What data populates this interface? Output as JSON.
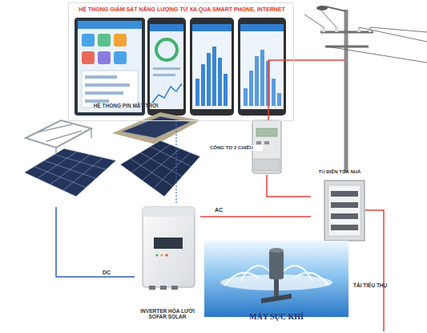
{
  "diagram": {
    "nodes": [
      {
        "text": [
          "HỆ THỐNG GIÁM SÁT NĂNG LƯỢNG TỪ XA QUA SMART PHONE, INTERNET"
        ]
      },
      {
        "text": [
          "HỆ THỐNG PIN MẶT TRỜI"
        ]
      },
      {
        "text": [
          "CÔNG TƠ 2 CHIỀU"
        ]
      },
      {
        "text": [
          "TỦ ĐIỆN TÒA NHÀ"
        ]
      },
      {
        "text": [
          "INVERTER HÒA LƯỚI SOFAR SOLAR"
        ]
      },
      {
        "text": [
          "MÁY SỤC KHÍ"
        ]
      }
    ],
    "edges": [
      {
        "from": 0,
        "to": 4,
        "arrow": "none"
      },
      {
        "from": 1,
        "to": 4,
        "label": "DC",
        "arrow": "none"
      },
      {
        "from": 2,
        "to": 3,
        "arrow": "none"
      },
      {
        "from": 4,
        "to": 3,
        "label": "AC",
        "arrow": "none"
      }
    ],
    "labels": [
      "TẢI TIÊU THỤ"
    ]
  }
}
